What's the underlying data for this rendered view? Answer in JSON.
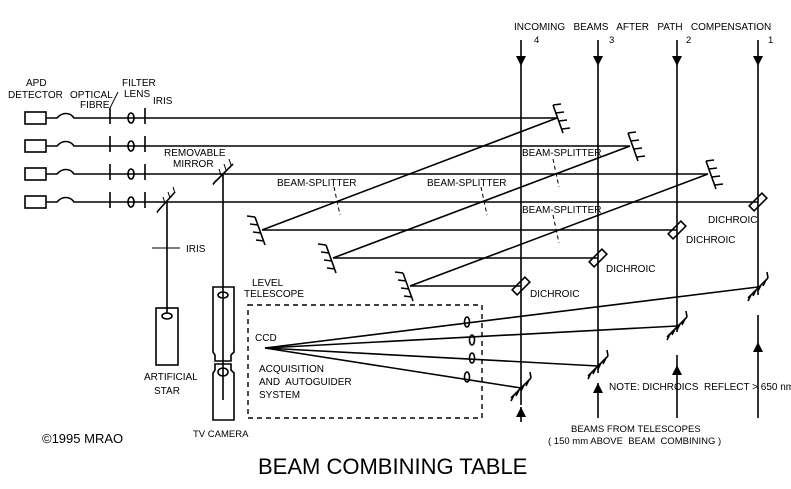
{
  "title": "BEAM COMBINING TABLE",
  "copyright": "©1995 MRAO",
  "header": {
    "incoming": "INCOMING   BEAMS   AFTER   PATH   COMPENSATION",
    "beam_numbers": [
      "4",
      "3",
      "2",
      "1"
    ]
  },
  "labels": {
    "apd_detector_1": "APD",
    "apd_detector_2": "DETECTOR",
    "optical_fibre_1": "OPTICAL",
    "optical_fibre_2": "FIBRE",
    "filter_lens_1": "FILTER",
    "filter_lens_2": "LENS",
    "iris_top": "IRIS",
    "removable_mirror_1": "REMOVABLE",
    "removable_mirror_2": "MIRROR",
    "beam_splitter": "BEAM-SPLITTER",
    "dichroic": "DICHROIC",
    "iris_side": "IRIS",
    "artificial_star_1": "ARTIFICIAL",
    "artificial_star_2": "STAR",
    "level_telescope_1": "LEVEL",
    "level_telescope_2": "TELESCOPE",
    "ccd": "CCD",
    "acq_1": "ACQUISITION",
    "acq_2": "AND  AUTOGUIDER",
    "acq_3": "SYSTEM",
    "tv_camera": "TV  CAMERA",
    "note": "NOTE: DICHROICS  REFLECT > 650 nm",
    "beams_from_1": "BEAMS FROM TELESCOPES",
    "beams_from_2": "( 150 mm ABOVE  BEAM  COMBINING )"
  }
}
